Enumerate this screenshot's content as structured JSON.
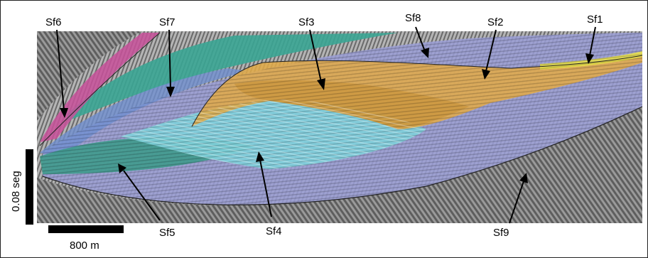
{
  "figure": {
    "labels": {
      "sf1": "Sf1",
      "sf2": "Sf2",
      "sf3": "Sf3",
      "sf4": "Sf4",
      "sf5": "Sf5",
      "sf6": "Sf6",
      "sf7": "Sf7",
      "sf8": "Sf8",
      "sf9": "Sf9"
    },
    "vertical_scale_label": "0.08 seg",
    "horizontal_scale_label": "800 m"
  },
  "colors": {
    "sf1": "#e8e04a",
    "sf2_sf3": "#e3aa45",
    "sf3_core": "#c9963e",
    "sf4": "#7fd0da",
    "sf5": "#3f9a8c",
    "sf6": "#c8509a",
    "sf7": "#3aa593",
    "sf8_sf9": "#9a9ed6",
    "blue_band": "#6f8fd0",
    "seismic_gray": "#8f8f8f"
  }
}
